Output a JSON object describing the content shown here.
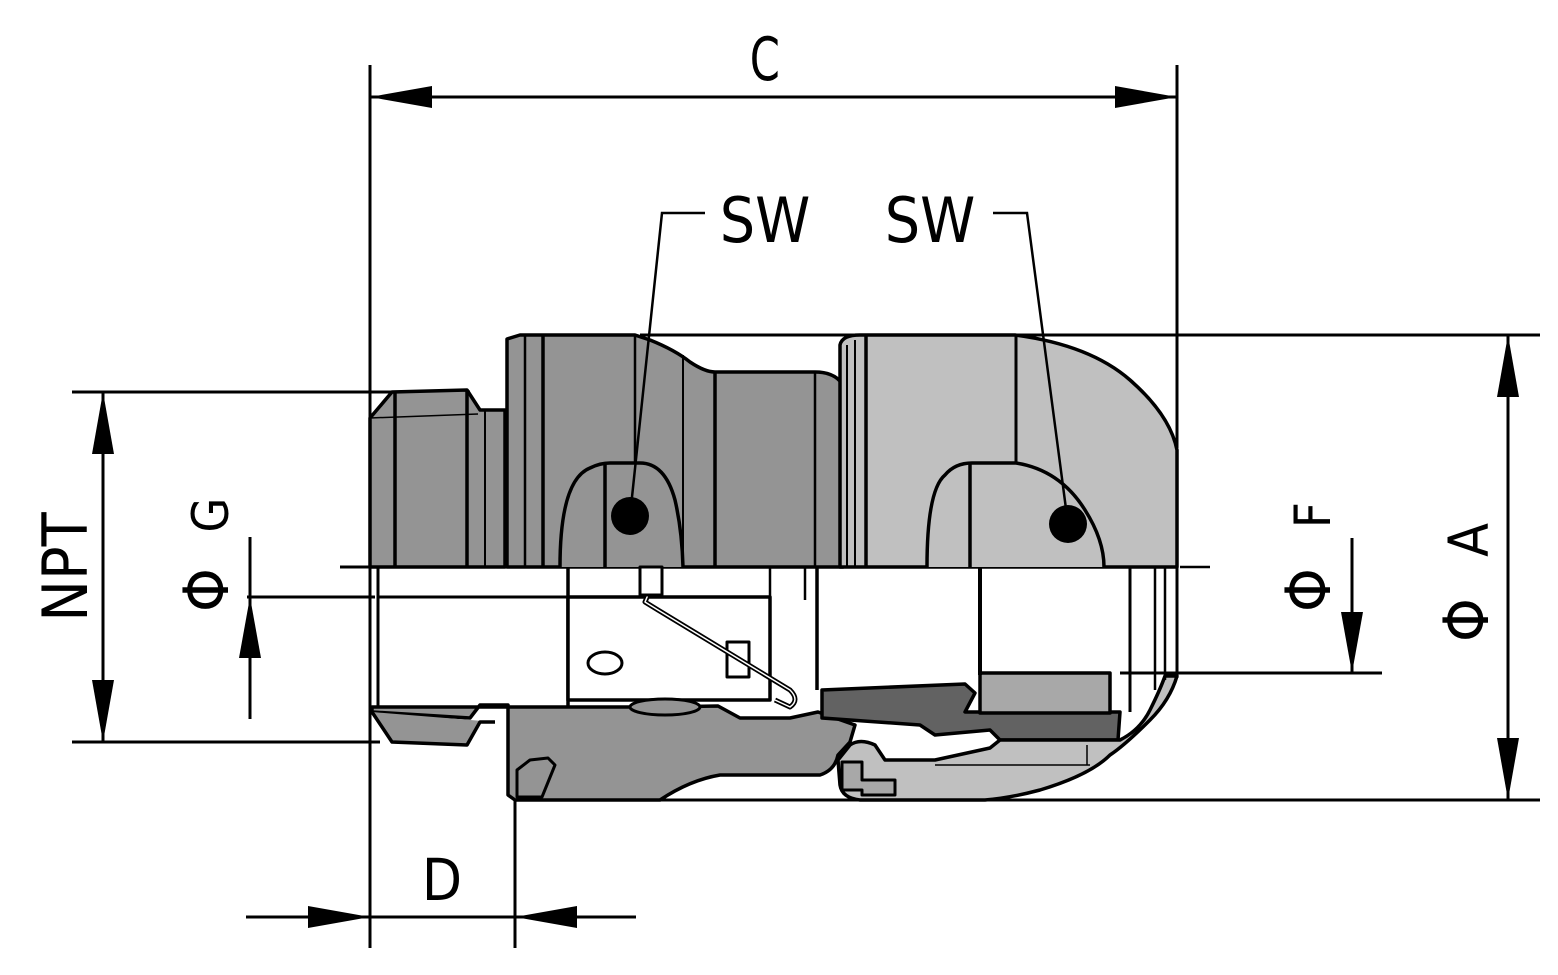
{
  "drawing": {
    "type": "technical-drawing",
    "subject": "cable gland cross-section with dimensions",
    "colors": {
      "background": "#ffffff",
      "line": "#000000",
      "body_dark": "#949494",
      "body_light": "#c0c0c0",
      "seal_dark": "#626262",
      "seal_mid": "#a8a8a8"
    }
  },
  "dimensions": {
    "C": {
      "label": "C",
      "orientation": "horizontal",
      "position": "top"
    },
    "SW_left": {
      "label": "SW",
      "position": "top-left leader"
    },
    "SW_right": {
      "label": "SW",
      "position": "top-right leader"
    },
    "NPT": {
      "label": "NPT",
      "orientation": "vertical",
      "position": "left"
    },
    "G": {
      "symbol": "Φ",
      "label": "G",
      "orientation": "vertical",
      "position": "left inner"
    },
    "F": {
      "symbol": "Φ",
      "label": "F",
      "orientation": "vertical",
      "position": "right inner"
    },
    "A": {
      "symbol": "Φ",
      "label": "A",
      "orientation": "vertical",
      "position": "right"
    },
    "D": {
      "label": "D",
      "orientation": "horizontal",
      "position": "bottom-left"
    }
  }
}
